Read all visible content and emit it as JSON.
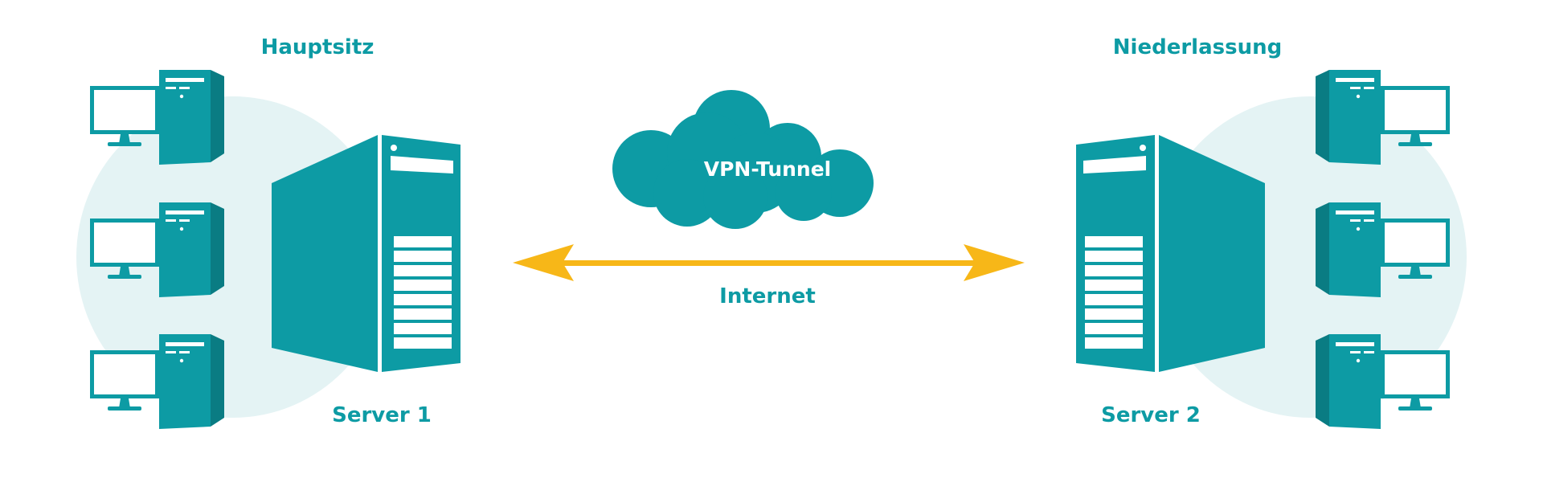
{
  "colors": {
    "teal": "#0d9ba4",
    "halo": "#e4f3f4",
    "arrow": "#f7b718",
    "white": "#ffffff"
  },
  "labels": {
    "left_site": "Hauptsitz",
    "right_site": "Niederlassung",
    "left_server": "Server 1",
    "right_server": "Server 2",
    "tunnel": "VPN-Tunnel",
    "connection": "Internet"
  },
  "icons": [
    "desktop-computer-icon",
    "server-tower-icon",
    "cloud-icon",
    "double-arrow-icon"
  ]
}
